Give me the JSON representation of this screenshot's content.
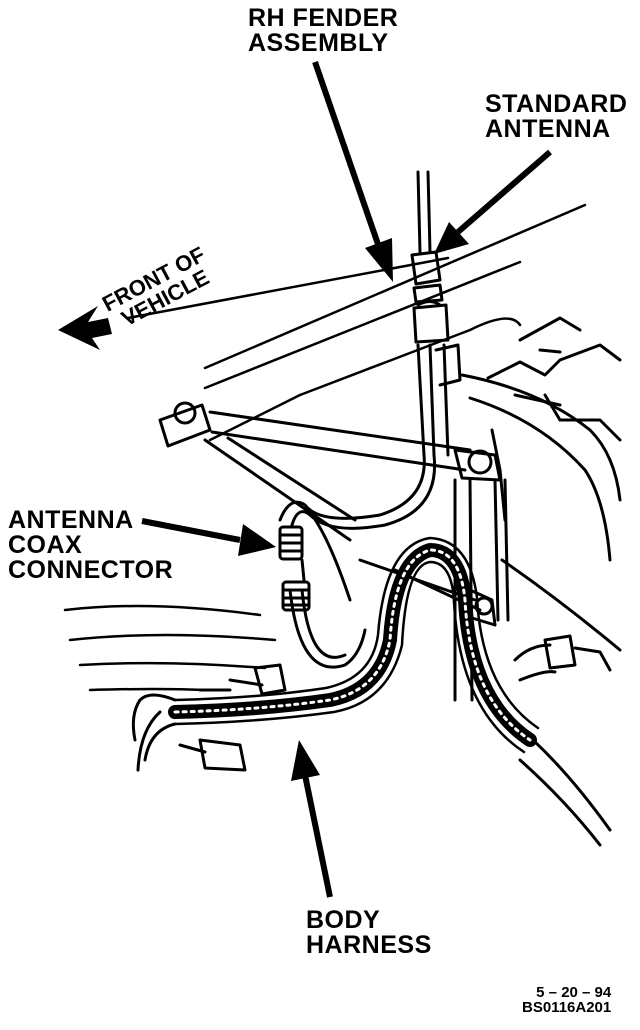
{
  "labels": {
    "rh_fender": [
      "RH FENDER",
      "ASSEMBLY"
    ],
    "standard_antenna": [
      "STANDARD",
      "ANTENNA"
    ],
    "front_of_vehicle": [
      "FRONT OF",
      "VEHICLE"
    ],
    "antenna_coax_connector": [
      "ANTENNA",
      "COAX",
      "CONNECTOR"
    ],
    "body_harness": [
      "BODY",
      "HARNESS"
    ],
    "figure_code": [
      "5 – 20 – 94",
      "BS0116A201"
    ]
  }
}
